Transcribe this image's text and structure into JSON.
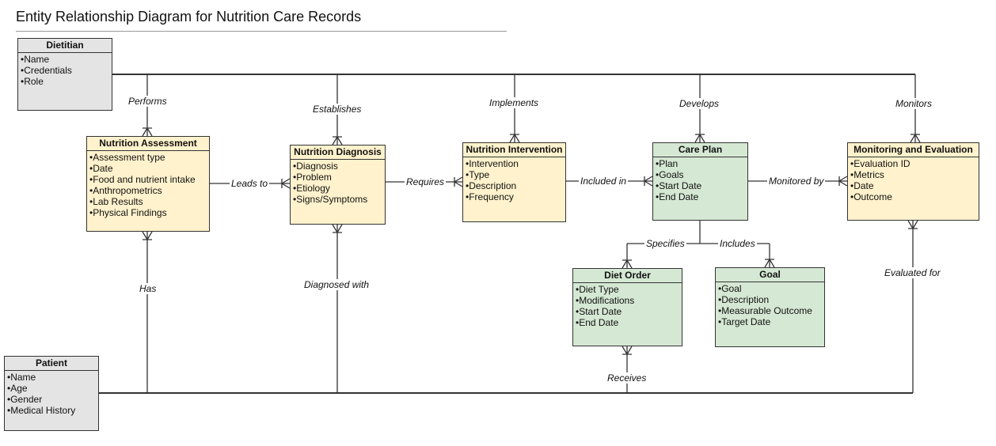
{
  "title": "Entity Relationship Diagram for Nutrition Care Records",
  "colors": {
    "staff_patient_fill": "#e4e4e4",
    "process_fill": "#fff2cc",
    "plan_fill": "#d5e8d4",
    "line": "#333333"
  },
  "entities": {
    "dietitian": {
      "name": "Dietitian",
      "attributes": [
        "Name",
        "Credentials",
        "Role"
      ]
    },
    "assessment": {
      "name": "Nutrition Assessment",
      "attributes": [
        "Assessment type",
        "Date",
        "Food and nutrient intake",
        "Anthropometrics",
        "Lab Results",
        "Physical Findings"
      ]
    },
    "diagnosis": {
      "name": "Nutrition Diagnosis",
      "attributes": [
        "Diagnosis",
        "Problem",
        "Etiology",
        "Signs/Symptoms"
      ]
    },
    "intervention": {
      "name": "Nutrition Intervention",
      "attributes": [
        "Intervention",
        "Type",
        "Description",
        "Frequency"
      ]
    },
    "care_plan": {
      "name": "Care Plan",
      "attributes": [
        "Plan",
        "Goals",
        "Start Date",
        "End Date"
      ]
    },
    "monitoring": {
      "name": "Monitoring and Evaluation",
      "attributes": [
        "Evaluation ID",
        "Metrics",
        "Date",
        "Outcome"
      ]
    },
    "diet_order": {
      "name": "Diet Order",
      "attributes": [
        "Diet Type",
        "Modifications",
        "Start Date",
        "End Date"
      ]
    },
    "goal": {
      "name": "Goal",
      "attributes": [
        "Goal",
        "Description",
        "Measurable Outcome",
        "Target Date"
      ]
    },
    "patient": {
      "name": "Patient",
      "attributes": [
        "Name",
        "Age",
        "Gender",
        "Medical History"
      ]
    }
  },
  "relationships": {
    "performs": "Performs",
    "establishes": "Establishes",
    "implements": "Implements",
    "develops": "Develops",
    "monitors": "Monitors",
    "leads_to": "Leads to",
    "requires": "Requires",
    "included_in": "Included in",
    "monitored_by": "Monitored by",
    "specifies": "Specifies",
    "includes": "Includes",
    "has": "Has",
    "diagnosed_with": "Diagnosed with",
    "receives": "Receives",
    "evaluated_for": "Evaluated for"
  }
}
